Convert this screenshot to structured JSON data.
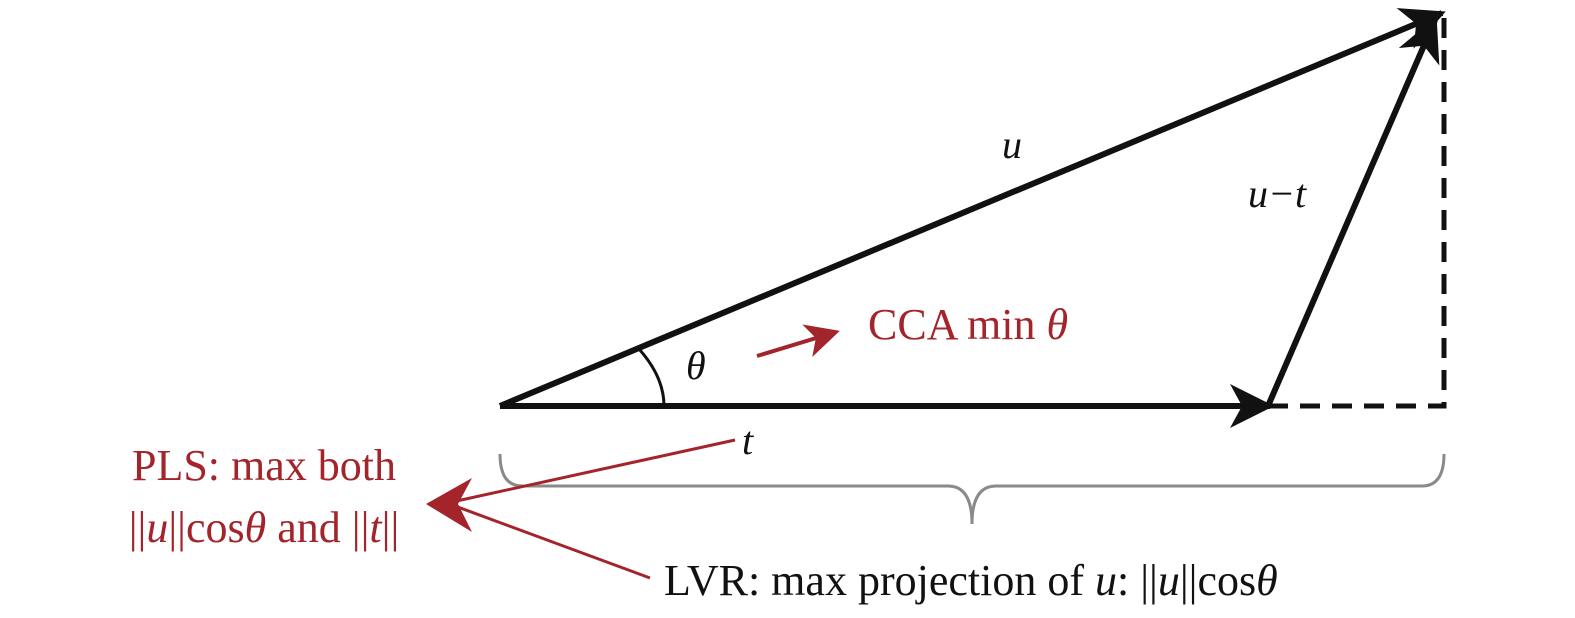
{
  "colors": {
    "vector": "#111111",
    "annotation": "#a3252b",
    "brace": "#8a8a8a"
  },
  "labels": {
    "u": "u",
    "u_minus_t": "u−t",
    "t": "t",
    "theta": "θ",
    "cca": {
      "text": "CCA min ",
      "symbol": "θ"
    },
    "pls": {
      "line1": "PLS: max both",
      "norm_bar": "||",
      "u": "u",
      "cos": "cos",
      "theta": "θ",
      "and": " and "
    },
    "lvr": {
      "prefix": "LVR: max projection of ",
      "u": "u",
      "colon": ": ",
      "norm_bar": "||",
      "cos": "cos",
      "theta": "θ"
    }
  },
  "icons": {
    "vector_arrowhead": "arrowhead-icon",
    "cca_arrow": "right-up-arrow-icon",
    "pls_arrow": "left-arrow-icon"
  }
}
